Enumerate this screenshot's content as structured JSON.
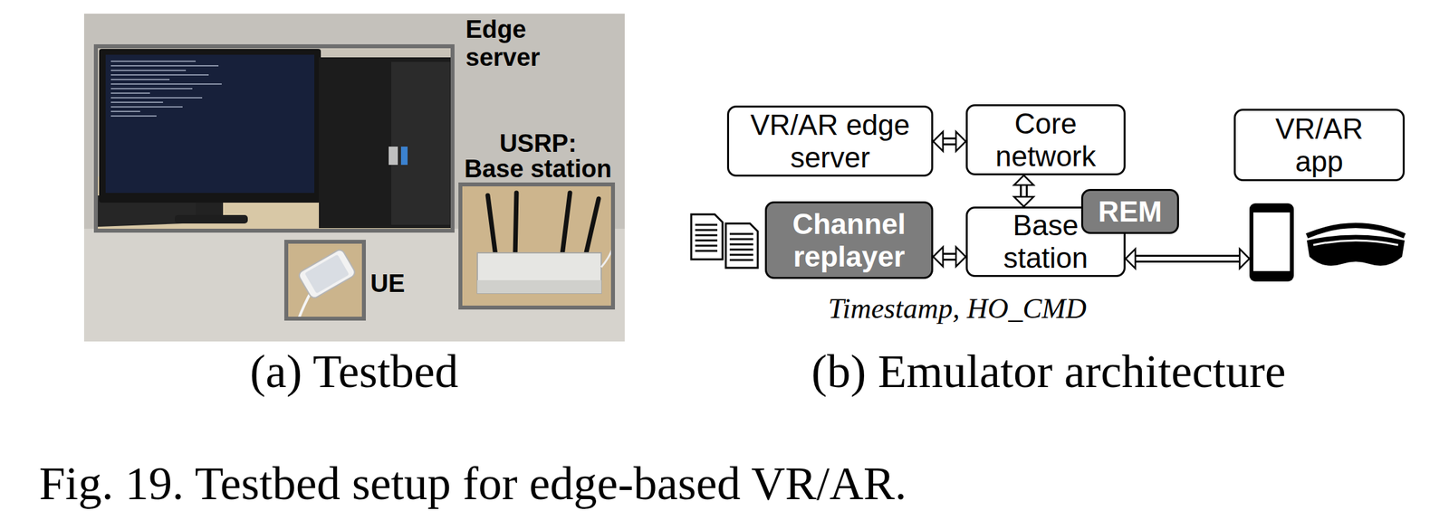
{
  "diagram": {
    "caption": "Fig. 19. Testbed setup for edge-based VR/AR.",
    "nodes": [
      {
        "text": [
          "VR/AR edge server"
        ]
      },
      {
        "text": [
          "Core network"
        ]
      },
      {
        "text": [
          "VR/AR app"
        ]
      },
      {
        "text": [
          "Channel replayer"
        ]
      },
      {
        "text": [
          "Base station"
        ]
      },
      {
        "text": [
          "REM"
        ]
      }
    ],
    "edges": [
      {
        "from": 0,
        "to": 1,
        "arrow": "both"
      },
      {
        "from": 1,
        "to": 4,
        "arrow": "both"
      },
      {
        "from": 3,
        "to": 4,
        "arrow": "both"
      }
    ],
    "labels": [
      "Edge server",
      "USRP:",
      "Base station",
      "UE",
      "(a) Testbed",
      "Timestamp, HO_CMD",
      "(b) Emulator architecture"
    ]
  }
}
